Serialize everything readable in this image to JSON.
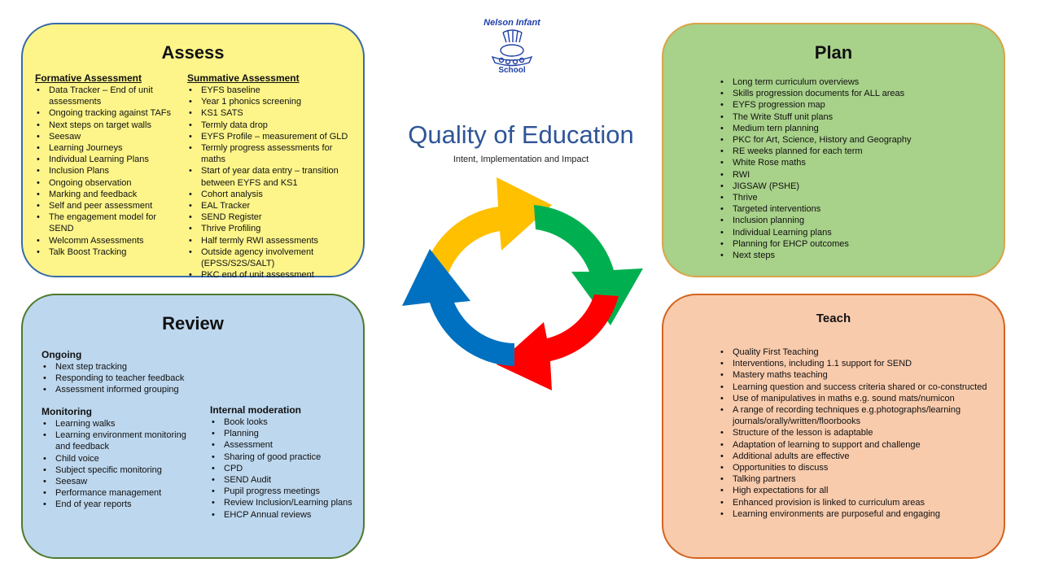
{
  "logo": {
    "top_text": "Nelson Infant",
    "bottom_text": "School",
    "color": "#1f3fa8"
  },
  "center": {
    "title": "Quality of Education",
    "subtitle": "Intent, Implementation and Impact"
  },
  "assess": {
    "title": "Assess",
    "formative": {
      "heading": "Formative Assessment",
      "items": [
        "Data Tracker – End of unit assessments",
        "Ongoing tracking against TAFs",
        "Next steps on target walls",
        "Seesaw",
        "Learning Journeys",
        "Individual Learning Plans",
        "Inclusion Plans",
        "Ongoing observation",
        "Marking and feedback",
        "Self and peer assessment",
        "The engagement model for SEND",
        "Welcomm Assessments",
        "Talk Boost Tracking"
      ]
    },
    "summative": {
      "heading": "Summative Assessment",
      "items": [
        "EYFS baseline",
        "Year 1 phonics screening",
        "KS1 SATS",
        "Termly data drop",
        "EYFS Profile – measurement of GLD",
        "Termly progress assessments for maths",
        "Start of year data entry – transition between EYFS and KS1",
        "Cohort analysis",
        "EAL Tracker",
        "SEND Register",
        "Thrive Profiling",
        "Half termly RWI assessments",
        "Outside agency involvement (EPSS/S2S/SALT)",
        "PKC end of unit assessment"
      ]
    }
  },
  "plan": {
    "title": "Plan",
    "items": [
      "Long term curriculum overviews",
      "Skills progression documents for ALL areas",
      "EYFS progression map",
      "The Write Stuff unit plans",
      "Medium tern planning",
      "PKC for Art, Science, History and Geography",
      "RE weeks planned for each term",
      "White Rose maths",
      "RWI",
      "JIGSAW (PSHE)",
      "Thrive",
      "Targeted interventions",
      "Inclusion planning",
      "Individual Learning plans",
      "Planning for EHCP outcomes",
      "Next steps"
    ]
  },
  "review": {
    "title": "Review",
    "ongoing": {
      "heading": "Ongoing",
      "items": [
        "Next step tracking",
        "Responding to teacher feedback",
        "Assessment informed grouping"
      ]
    },
    "monitoring": {
      "heading": "Monitoring",
      "items": [
        "Learning walks",
        "Learning environment monitoring and feedback",
        "Child voice",
        "Subject specific monitoring",
        "Seesaw",
        "Performance management",
        "End of year reports"
      ]
    },
    "moderation": {
      "heading": "Internal moderation",
      "items": [
        "Book looks",
        "Planning",
        "Assessment",
        "Sharing of good practice",
        "CPD",
        "SEND Audit",
        "Pupil progress meetings",
        "Review Inclusion/Learning plans",
        "EHCP Annual reviews"
      ]
    }
  },
  "teach": {
    "title": "Teach",
    "items": [
      "Quality First Teaching",
      "Interventions, including 1.1 support for SEND",
      "Mastery maths teaching",
      "Learning question and success criteria shared or co-constructed",
      "Use of manipulatives in maths e.g. sound mats/numicon",
      "A range of recording techniques e.g.photographs/learning journals/orally/written/floorbooks",
      "Structure of the lesson is adaptable",
      "Adaptation of learning to support and challenge",
      "Additional adults are effective",
      "Opportunities to discuss",
      "Talking partners",
      "High expectations for all",
      "Enhanced provision is linked to curriculum areas",
      "Learning environments are purposeful and engaging"
    ]
  },
  "colors": {
    "assess_bg": "#fdf58a",
    "plan_bg": "#a8d18a",
    "review_bg": "#bdd7ee",
    "teach_bg": "#f8cbad",
    "arrow_yellow": "#ffc000",
    "arrow_green": "#00b050",
    "arrow_red": "#ff0000",
    "arrow_blue": "#0070c0",
    "title_blue": "#2e5597"
  }
}
